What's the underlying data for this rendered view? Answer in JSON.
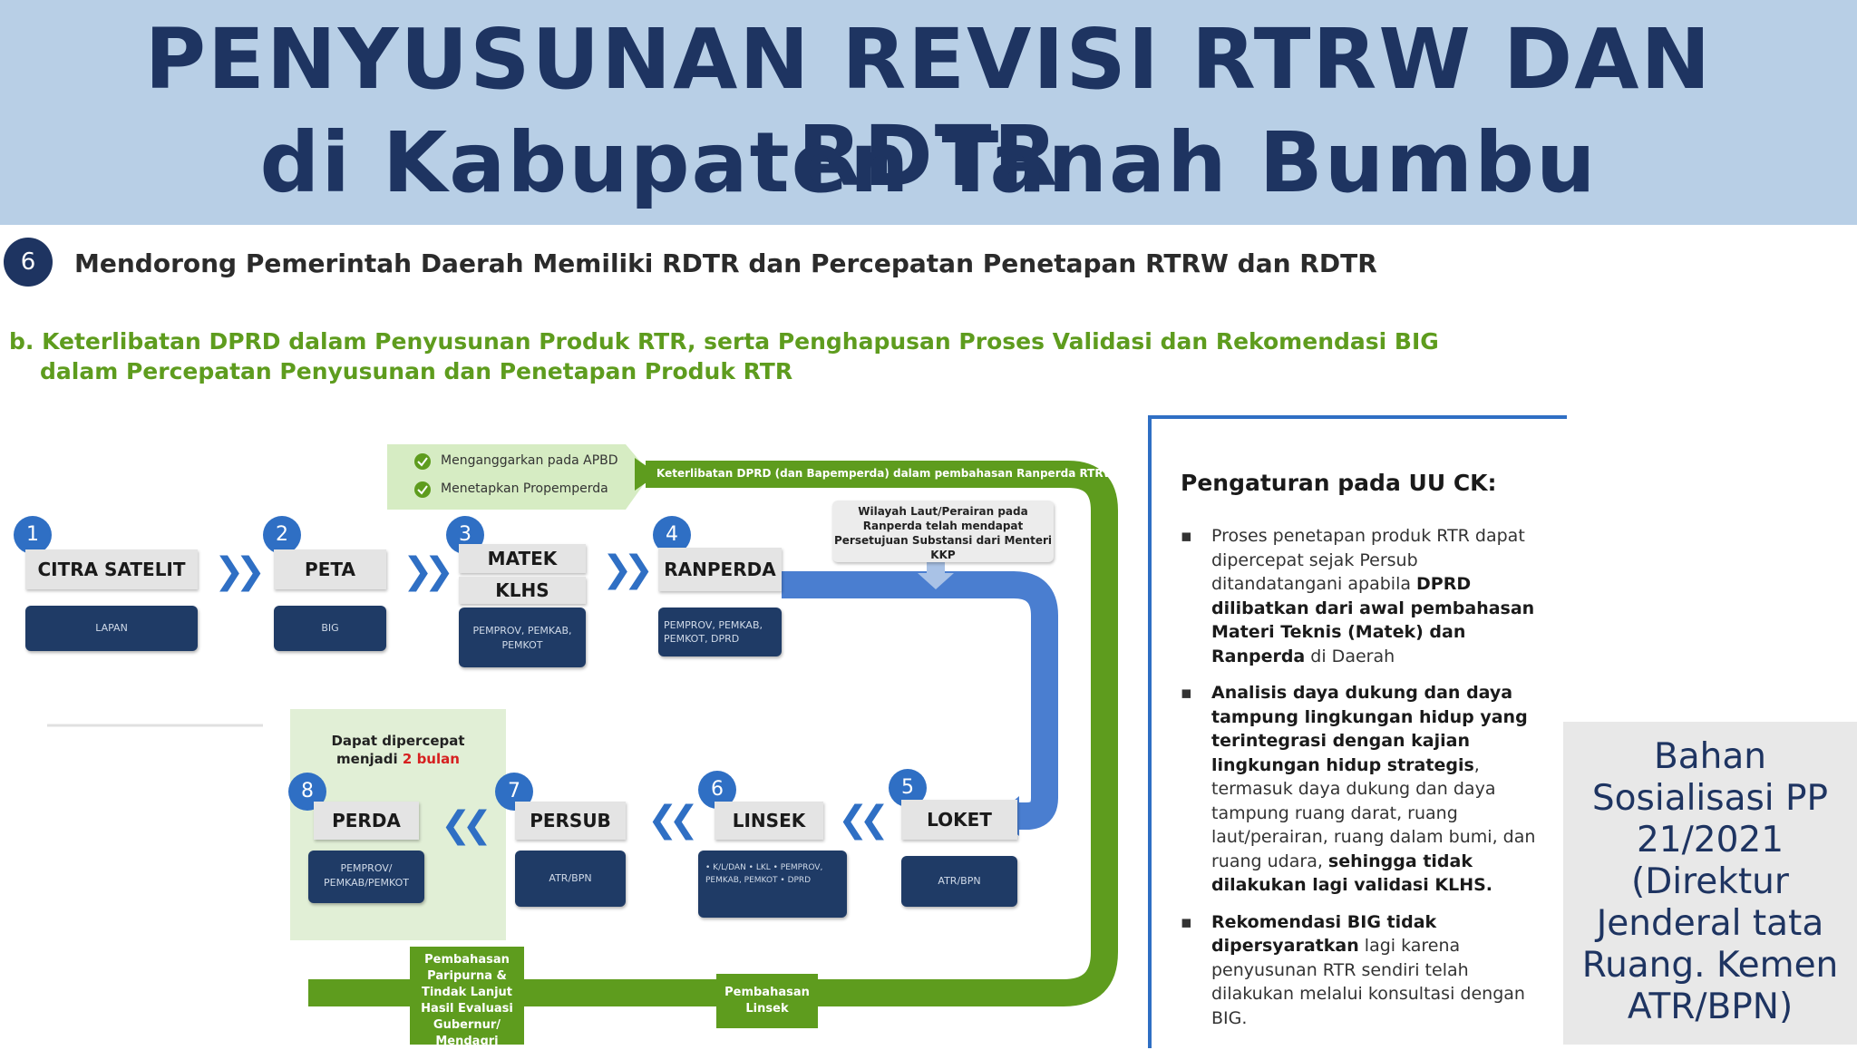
{
  "header": {
    "line1": "PENYUSUNAN REVISI RTRW DAN RDTR",
    "line2": "di Kabupaten Tanah Bumbu"
  },
  "section": {
    "number": "6",
    "title": "Mendorong Pemerintah Daerah Memiliki RDTR dan Percepatan Penetapan RTRW dan RDTR"
  },
  "subtitle": {
    "line1": "b.  Keterlibatan DPRD dalam Penyusunan Produk RTR, serta Penghapusan Proses Validasi dan Rekomendasi BIG",
    "line2": "dalam Percepatan Penyusunan dan Penetapan Produk RTR"
  },
  "checks": {
    "item1": "Menganggarkan pada APBD",
    "item2": "Menetapkan Propemperda"
  },
  "green_arrow_label": "Keterlibatan DPRD (dan Bapemperda) dalam pembahasan Ranperda RTRW",
  "note_box": "Wilayah Laut/Perairan pada Ranperda telah mendapat Persetujuan Substansi dari Menteri KKP",
  "steps": [
    {
      "num": "1",
      "label": "CITRA SATELIT",
      "actor": "LAPAN"
    },
    {
      "num": "2",
      "label": "PETA",
      "actor": "BIG"
    },
    {
      "num": "3",
      "label": "MATEK RTRW",
      "label2": "KLHS",
      "actor": "PEMPROV, PEMKAB, PEMKOT"
    },
    {
      "num": "4",
      "label": "RANPERDA",
      "actor": "PEMPROV, PEMKAB, PEMKOT, DPRD"
    },
    {
      "num": "5",
      "label": "LOKET",
      "actor": "ATR/BPN"
    },
    {
      "num": "6",
      "label": "LINSEK",
      "actor": "• K/L/DAN • LKL • PEMPROV, PEMKAB, PEMKOT • DPRD"
    },
    {
      "num": "7",
      "label": "PERSUB",
      "actor": "ATR/BPN"
    },
    {
      "num": "8",
      "label": "PERDA",
      "actor": "PEMPROV/ PEMKAB/PEMKOT"
    }
  ],
  "speedup": {
    "line1": "Dapat dipercepat",
    "line2_a": "menjadi ",
    "line2_b": "2 bulan"
  },
  "green_box_1": "Pembahasan Paripurna & Tindak Lanjut Hasil Evaluasi Gubernur/ Mendagri",
  "green_box_2": "Pembahasan Linsek",
  "panel": {
    "title": "Pengaturan pada UU CK:",
    "bullet": "▪",
    "b1_plain1": "Proses penetapan produk RTR dapat dipercepat sejak Persub ditandatangani apabila ",
    "b1_bold1": "DPRD dilibatkan dari awal pembahasan Materi Teknis (Matek) dan Ranperda",
    "b1_plain2": " di Daerah",
    "b2_bold1": "Analisis daya dukung dan daya tampung lingkungan hidup yang terintegrasi dengan kajian lingkungan hidup strategis",
    "b2_plain1": ", termasuk daya dukung dan daya tampung ruang darat, ruang laut/perairan, ruang dalam bumi, dan ruang udara, ",
    "b2_bold2": "sehingga tidak dilakukan lagi validasi KLHS.",
    "b3_bold1": "Rekomendasi BIG tidak dipersyaratkan",
    "b3_plain1": " lagi karena penyusunan RTR sendiri telah dilakukan melalui konsultasi dengan BIG."
  },
  "side_note": "Bahan Sosialisasi PP 21/2021 (Direktur Jenderal tata Ruang. Kemen ATR/BPN)",
  "colors": {
    "navy": "#1f3b66",
    "header_bg": "#b8cfe6",
    "green": "#5e9c1e",
    "blue": "#2f6fc4"
  }
}
